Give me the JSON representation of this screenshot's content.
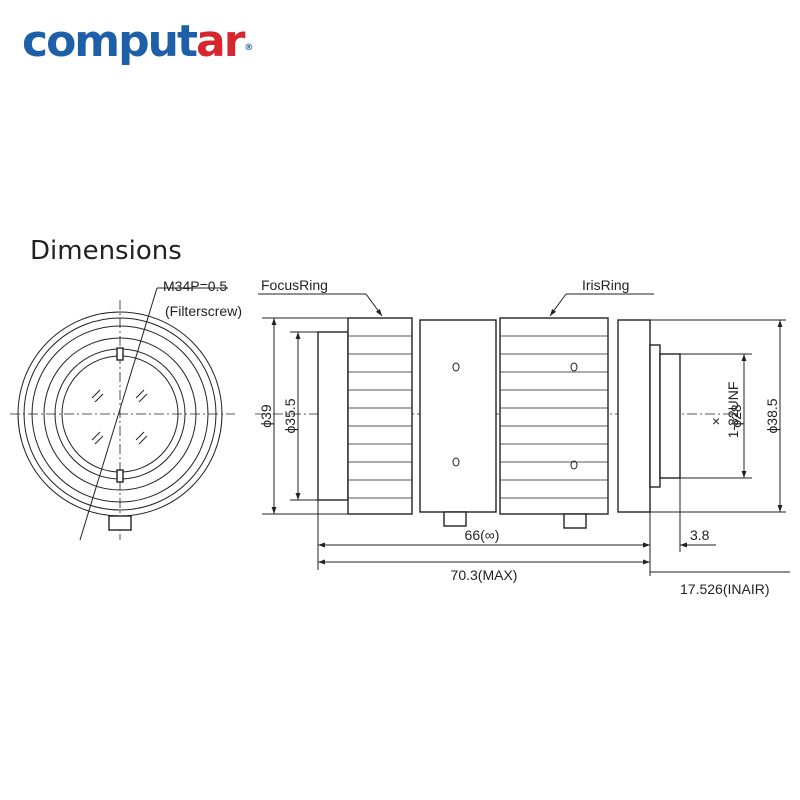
{
  "brand": {
    "logo_main": "comput",
    "logo_accent": "ar",
    "logo_reg": "®",
    "main_color": "#1d5fa8",
    "accent_color": "#d7262e"
  },
  "section": {
    "title": "Dimensions"
  },
  "labels": {
    "filter_thread": "M34P=0.5",
    "filter_thread_note": "(Filterscrew)",
    "focus_ring": "FocusRing",
    "iris_ring": "IrisRing",
    "dia_39": "ϕ39",
    "dia_35_5": "ϕ35.5",
    "mount_thread": "1-32UNF",
    "mount_x": "×",
    "dia_28": "ϕ28",
    "dia_38_5": "ϕ38.5",
    "len_66": "66(∞)",
    "len_70_3": "70.3(MAX)",
    "len_3_8": "3.8",
    "len_17_526": "17.526(INAIR)"
  }
}
